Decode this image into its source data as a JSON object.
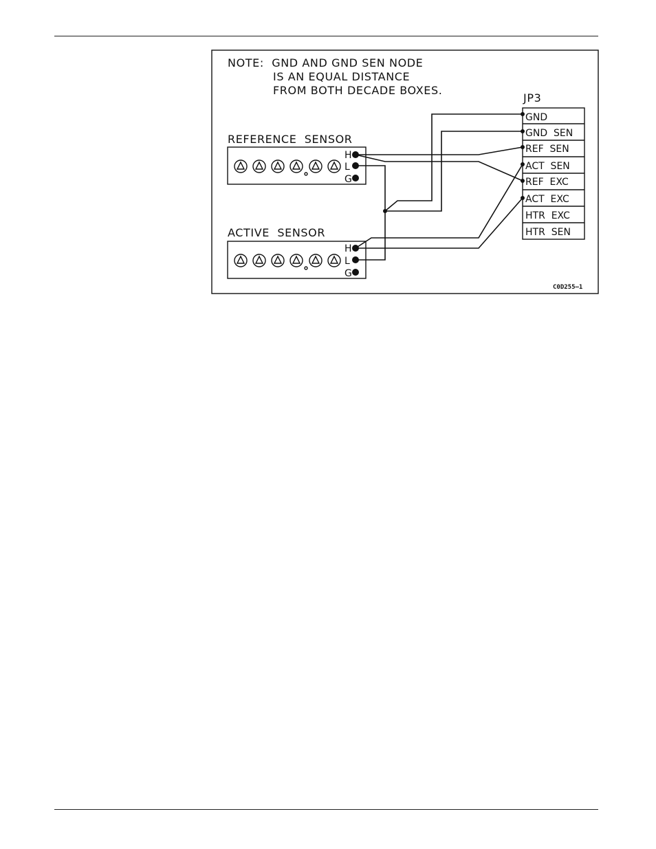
{
  "note": {
    "lines": [
      "NOTE:  GND AND GND SEN NODE",
      "IS AN EQUAL DISTANCE",
      "FROM BOTH DECADE BOXES."
    ]
  },
  "connector": {
    "title": "JP3",
    "pins": [
      "GND",
      "GND  SEN",
      "REF  SEN",
      "ACT  SEN",
      "REF  EXC",
      "ACT  EXC",
      "HTR  EXC",
      "HTR  SEN"
    ]
  },
  "reference_sensor": {
    "title": "REFERENCE  SENSOR",
    "terminals": [
      "H",
      "L",
      "G"
    ]
  },
  "active_sensor": {
    "title": "ACTIVE  SENSOR",
    "terminals": [
      "H",
      "L",
      "G"
    ]
  },
  "figure_code": "C0D255–1"
}
